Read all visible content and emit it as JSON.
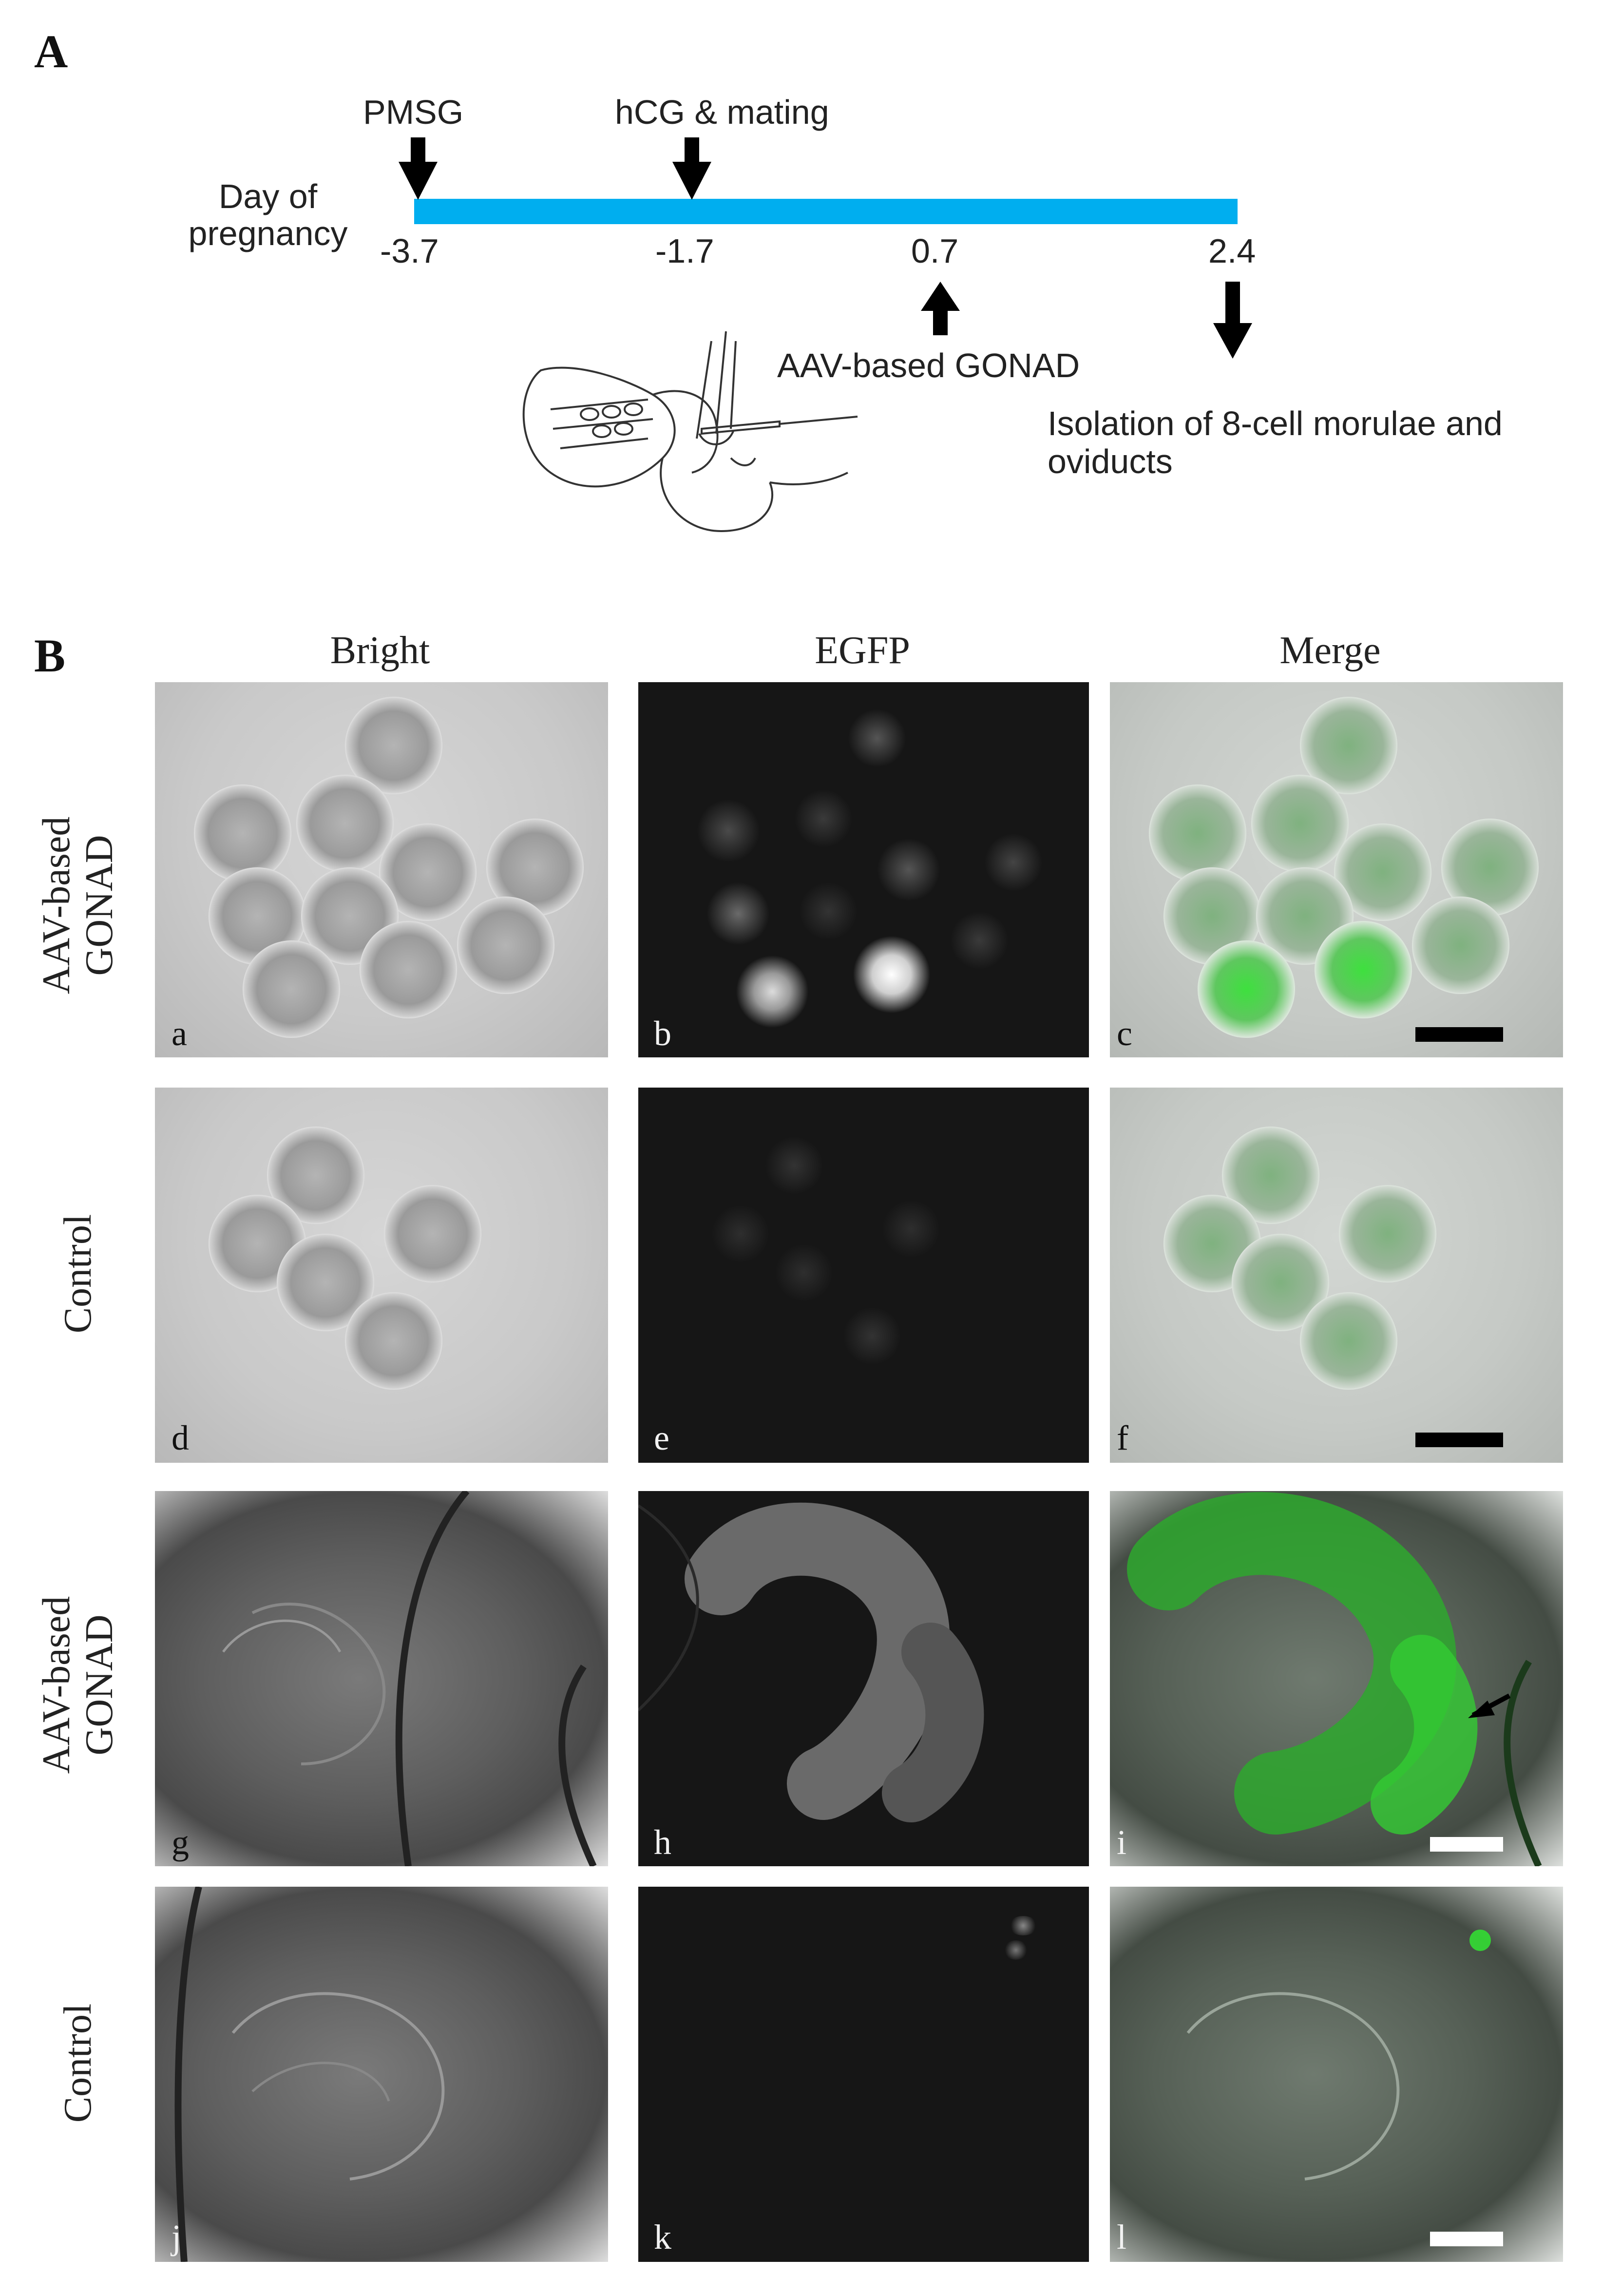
{
  "panel_a": {
    "letter": "A",
    "axis_label": "Day of pregnancy",
    "events_above": [
      {
        "label": "PMSG",
        "day": -3.7
      },
      {
        "label": "hCG & mating",
        "day": -1.7
      }
    ],
    "ticks": [
      "-3.7",
      "-1.7",
      "0.7",
      "2.4"
    ],
    "event_injection": {
      "label": "AAV-based GONAD",
      "day": 0.7
    },
    "event_isolation": {
      "label": "Isolation of 8-cell morulae and oviducts",
      "day": 2.4
    },
    "timeline_color": "#00aeef"
  },
  "panel_b": {
    "letter": "B",
    "columns": [
      "Bright",
      "EGFP",
      "Merge"
    ],
    "rows": [
      "AAV-based GONAD",
      "Control",
      "AAV-based GONAD",
      "Control"
    ],
    "sublabels": [
      "a",
      "b",
      "c",
      "d",
      "e",
      "f",
      "g",
      "h",
      "i",
      "j",
      "k",
      "l"
    ],
    "egfp_color": "#33dd33"
  }
}
